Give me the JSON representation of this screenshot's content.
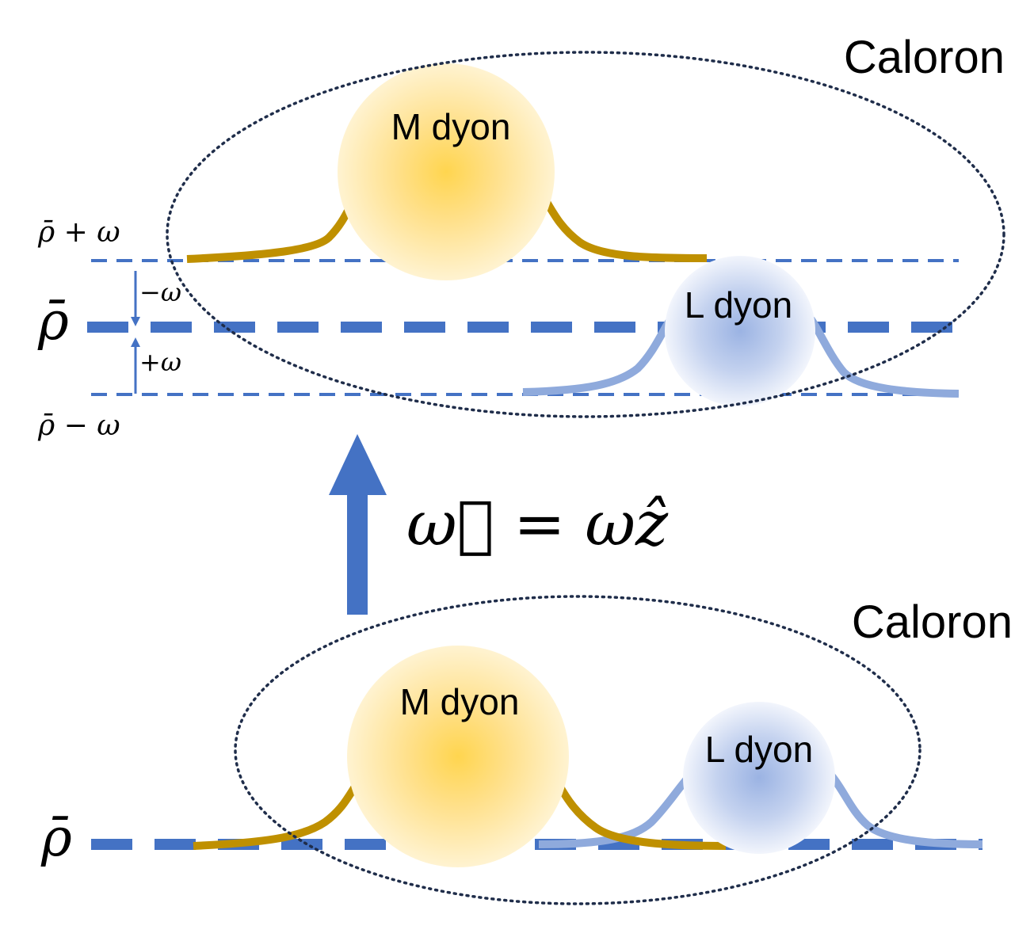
{
  "colors": {
    "level_line": "#4472C4",
    "m_dyon_curve": "#BF9000",
    "l_dyon_curve": "#8FAADC",
    "m_dyon_center": "#FFD966",
    "l_dyon_center": "#8FAADC",
    "ellipse": "#1F2D4A",
    "arrow": "#4472C4"
  },
  "top": {
    "caloron_label": "Caloron",
    "m_dyon_label": "M dyon",
    "l_dyon_label": "L dyon",
    "level_upper": "ρ̄ + ω",
    "level_mid": "ρ̄",
    "level_lower": "ρ̄ − ω",
    "shift_down": "−ω",
    "shift_up": "+ω"
  },
  "arrow": {
    "label": "ω⃗ = ωẑ",
    "icon": "up-arrow"
  },
  "bottom": {
    "caloron_label": "Caloron",
    "m_dyon_label": "M dyon",
    "l_dyon_label": "L dyon",
    "level": "ρ̄"
  }
}
